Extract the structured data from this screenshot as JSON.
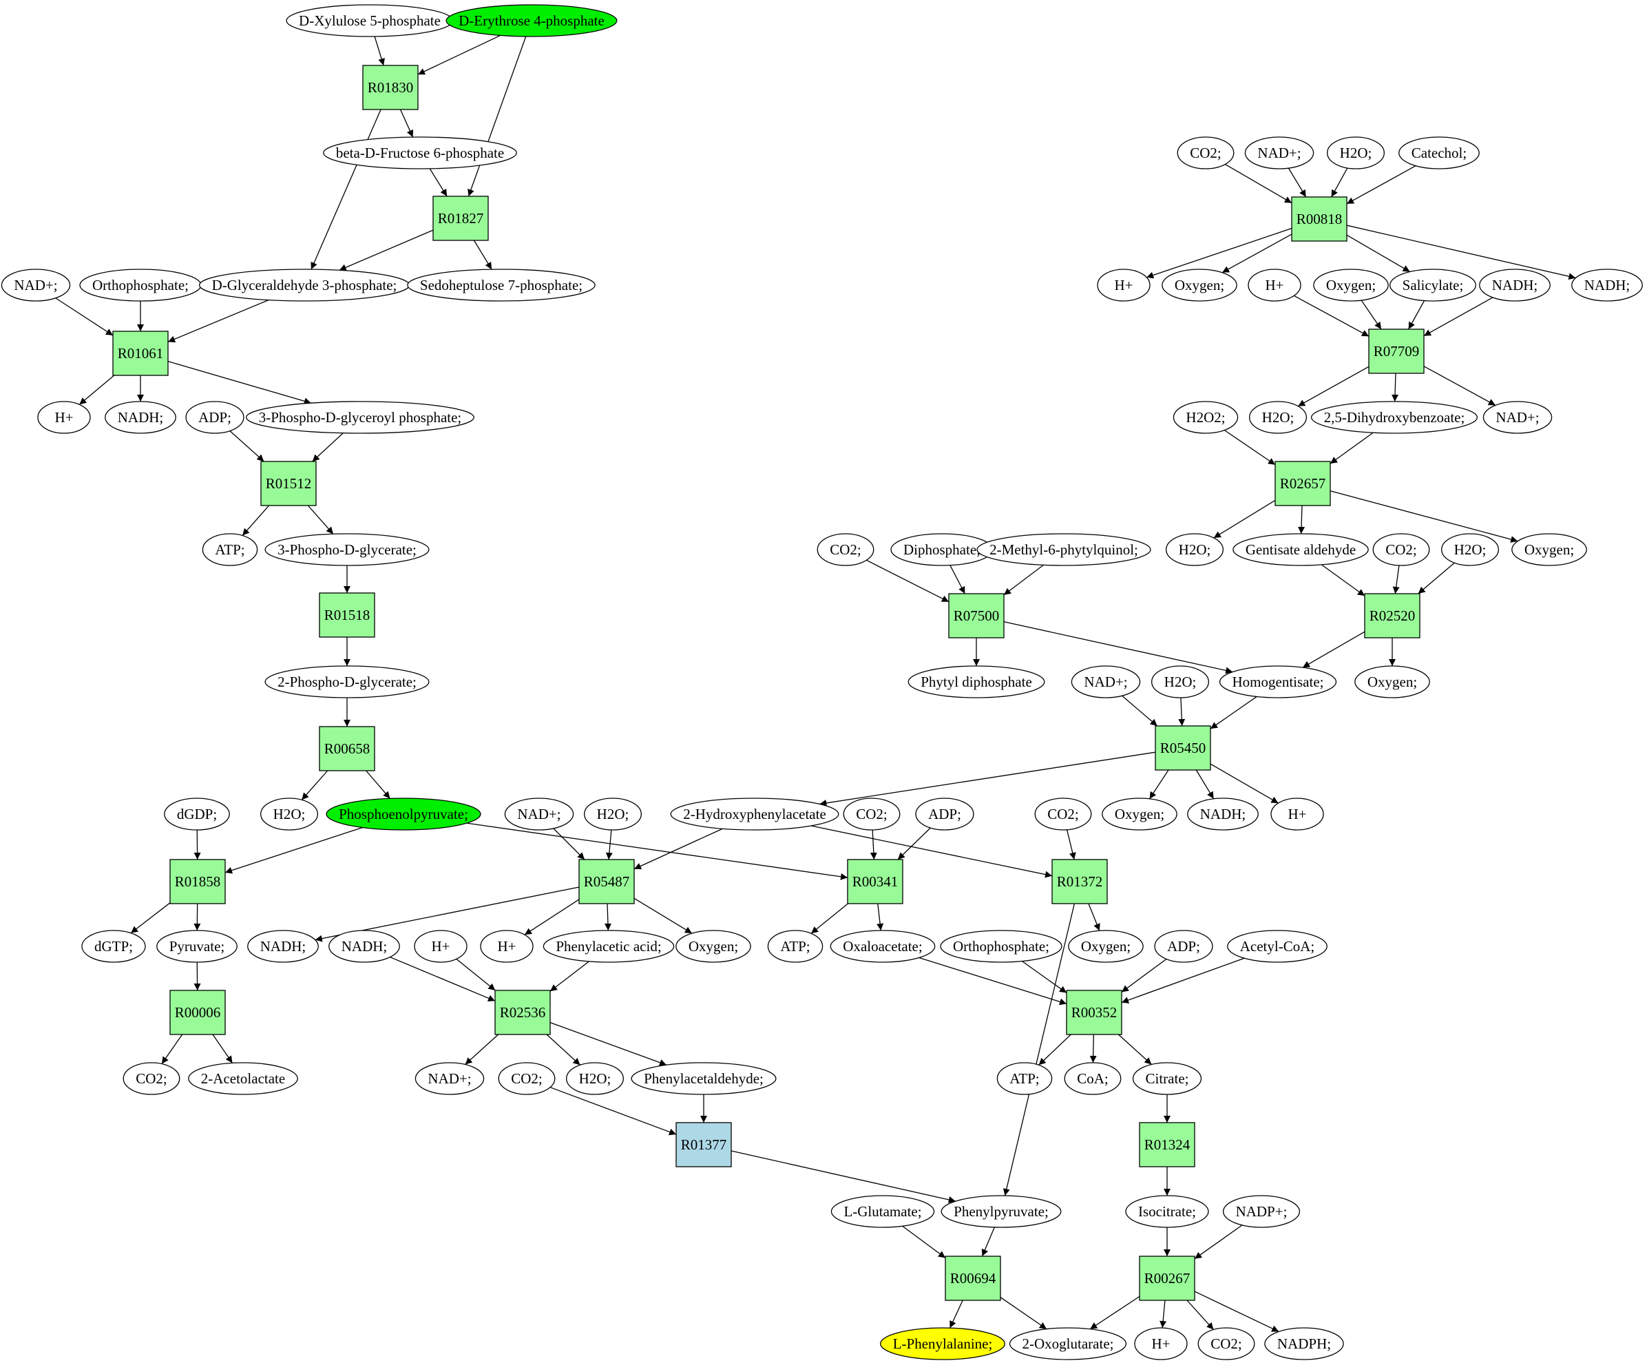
{
  "colors": {
    "reaction": "#98FB98",
    "reaction_highlight": "#ADD8E6",
    "metabolite": "#FFFFFF",
    "start": "#00EE00",
    "target": "#FFFF00"
  },
  "nodes": [
    {
      "id": "m_dxy5p",
      "label": "D-Xylulose 5-phosphate",
      "kind": "metabolite",
      "style": "plain"
    },
    {
      "id": "m_de4p",
      "label": "D-Erythrose 4-phosphate",
      "kind": "metabolite",
      "style": "start"
    },
    {
      "id": "r_R01830",
      "label": "R01830",
      "kind": "reaction",
      "style": "normal"
    },
    {
      "id": "m_bdf6p",
      "label": "beta-D-Fructose 6-phosphate",
      "kind": "metabolite",
      "style": "plain"
    },
    {
      "id": "r_R01827",
      "label": "R01827",
      "kind": "reaction",
      "style": "normal"
    },
    {
      "id": "m_nadp1",
      "label": "NAD+;",
      "kind": "metabolite",
      "style": "plain"
    },
    {
      "id": "m_orth1",
      "label": "Orthophosphate;",
      "kind": "metabolite",
      "style": "plain"
    },
    {
      "id": "m_dg3p",
      "label": "D-Glyceraldehyde 3-phosphate;",
      "kind": "metabolite",
      "style": "plain"
    },
    {
      "id": "m_s7p",
      "label": "Sedoheptulose 7-phosphate;",
      "kind": "metabolite",
      "style": "plain"
    },
    {
      "id": "r_R01061",
      "label": "R01061",
      "kind": "reaction",
      "style": "normal"
    },
    {
      "id": "m_hp1",
      "label": "H+",
      "kind": "metabolite",
      "style": "plain"
    },
    {
      "id": "m_nadh1",
      "label": "NADH;",
      "kind": "metabolite",
      "style": "plain"
    },
    {
      "id": "m_adp1",
      "label": "ADP;",
      "kind": "metabolite",
      "style": "plain"
    },
    {
      "id": "m_3pdgp",
      "label": "3-Phospho-D-glyceroyl phosphate;",
      "kind": "metabolite",
      "style": "plain"
    },
    {
      "id": "r_R01512",
      "label": "R01512",
      "kind": "reaction",
      "style": "normal"
    },
    {
      "id": "m_atp1",
      "label": "ATP;",
      "kind": "metabolite",
      "style": "plain"
    },
    {
      "id": "m_3pdg",
      "label": "3-Phospho-D-glycerate;",
      "kind": "metabolite",
      "style": "plain"
    },
    {
      "id": "r_R01518",
      "label": "R01518",
      "kind": "reaction",
      "style": "normal"
    },
    {
      "id": "m_2pdg",
      "label": "2-Phospho-D-glycerate;",
      "kind": "metabolite",
      "style": "plain"
    },
    {
      "id": "r_R00658",
      "label": "R00658",
      "kind": "reaction",
      "style": "normal"
    },
    {
      "id": "m_dgdp",
      "label": "dGDP;",
      "kind": "metabolite",
      "style": "plain"
    },
    {
      "id": "m_h2o1",
      "label": "H2O;",
      "kind": "metabolite",
      "style": "plain"
    },
    {
      "id": "m_pep",
      "label": "Phosphoenolpyruvate;",
      "kind": "metabolite",
      "style": "start"
    },
    {
      "id": "r_R01858",
      "label": "R01858",
      "kind": "reaction",
      "style": "normal"
    },
    {
      "id": "m_dgtp",
      "label": "dGTP;",
      "kind": "metabolite",
      "style": "plain"
    },
    {
      "id": "m_pyr",
      "label": "Pyruvate;",
      "kind": "metabolite",
      "style": "plain"
    },
    {
      "id": "r_R00006",
      "label": "R00006",
      "kind": "reaction",
      "style": "normal"
    },
    {
      "id": "m_co2_1",
      "label": "CO2;",
      "kind": "metabolite",
      "style": "plain"
    },
    {
      "id": "m_2acl",
      "label": "2-Acetolactate",
      "kind": "metabolite",
      "style": "plain"
    },
    {
      "id": "m_nadp2",
      "label": "NAD+;",
      "kind": "metabolite",
      "style": "plain"
    },
    {
      "id": "m_h2o2",
      "label": "H2O;",
      "kind": "metabolite",
      "style": "plain"
    },
    {
      "id": "m_2hpa",
      "label": "2-Hydroxyphenylacetate",
      "kind": "metabolite",
      "style": "plain"
    },
    {
      "id": "m_co2_2",
      "label": "CO2;",
      "kind": "metabolite",
      "style": "plain"
    },
    {
      "id": "m_adp2",
      "label": "ADP;",
      "kind": "metabolite",
      "style": "plain"
    },
    {
      "id": "m_co2_3",
      "label": "CO2;",
      "kind": "metabolite",
      "style": "plain"
    },
    {
      "id": "r_R05487",
      "label": "R05487",
      "kind": "reaction",
      "style": "normal"
    },
    {
      "id": "r_R00341",
      "label": "R00341",
      "kind": "reaction",
      "style": "normal"
    },
    {
      "id": "r_R01372",
      "label": "R01372",
      "kind": "reaction",
      "style": "normal"
    },
    {
      "id": "m_nadh2",
      "label": "NADH;",
      "kind": "metabolite",
      "style": "plain"
    },
    {
      "id": "m_nadh3",
      "label": "NADH;",
      "kind": "metabolite",
      "style": "plain"
    },
    {
      "id": "m_hp2",
      "label": "H+",
      "kind": "metabolite",
      "style": "plain"
    },
    {
      "id": "m_hp3",
      "label": "H+",
      "kind": "metabolite",
      "style": "plain"
    },
    {
      "id": "m_phac",
      "label": "Phenylacetic acid;",
      "kind": "metabolite",
      "style": "plain"
    },
    {
      "id": "m_oxy1",
      "label": "Oxygen;",
      "kind": "metabolite",
      "style": "plain"
    },
    {
      "id": "m_atp2",
      "label": "ATP;",
      "kind": "metabolite",
      "style": "plain"
    },
    {
      "id": "m_oxal",
      "label": "Oxaloacetate;",
      "kind": "metabolite",
      "style": "plain"
    },
    {
      "id": "m_orth2",
      "label": "Orthophosphate;",
      "kind": "metabolite",
      "style": "plain"
    },
    {
      "id": "m_oxy2",
      "label": "Oxygen;",
      "kind": "metabolite",
      "style": "plain"
    },
    {
      "id": "m_adp3",
      "label": "ADP;",
      "kind": "metabolite",
      "style": "plain"
    },
    {
      "id": "m_acoa",
      "label": "Acetyl-CoA;",
      "kind": "metabolite",
      "style": "plain"
    },
    {
      "id": "r_R02536",
      "label": "R02536",
      "kind": "reaction",
      "style": "normal"
    },
    {
      "id": "r_R00352",
      "label": "R00352",
      "kind": "reaction",
      "style": "normal"
    },
    {
      "id": "m_nadp3",
      "label": "NAD+;",
      "kind": "metabolite",
      "style": "plain"
    },
    {
      "id": "m_co2_4",
      "label": "CO2;",
      "kind": "metabolite",
      "style": "plain"
    },
    {
      "id": "m_h2o3",
      "label": "H2O;",
      "kind": "metabolite",
      "style": "plain"
    },
    {
      "id": "m_phald",
      "label": "Phenylacetaldehyde;",
      "kind": "metabolite",
      "style": "plain"
    },
    {
      "id": "m_atp3",
      "label": "ATP;",
      "kind": "metabolite",
      "style": "plain"
    },
    {
      "id": "m_coa",
      "label": "CoA;",
      "kind": "metabolite",
      "style": "plain"
    },
    {
      "id": "m_cit",
      "label": "Citrate;",
      "kind": "metabolite",
      "style": "plain"
    },
    {
      "id": "r_R01377",
      "label": "R01377",
      "kind": "reaction",
      "style": "highlight"
    },
    {
      "id": "r_R01324",
      "label": "R01324",
      "kind": "reaction",
      "style": "normal"
    },
    {
      "id": "m_lglu",
      "label": "L-Glutamate;",
      "kind": "metabolite",
      "style": "plain"
    },
    {
      "id": "m_phpyr",
      "label": "Phenylpyruvate;",
      "kind": "metabolite",
      "style": "plain"
    },
    {
      "id": "m_icit",
      "label": "Isocitrate;",
      "kind": "metabolite",
      "style": "plain"
    },
    {
      "id": "m_nadpp",
      "label": "NADP+;",
      "kind": "metabolite",
      "style": "plain"
    },
    {
      "id": "r_R00694",
      "label": "R00694",
      "kind": "reaction",
      "style": "normal"
    },
    {
      "id": "r_R00267",
      "label": "R00267",
      "kind": "reaction",
      "style": "normal"
    },
    {
      "id": "m_lphe",
      "label": "L-Phenylalanine;",
      "kind": "metabolite",
      "style": "target"
    },
    {
      "id": "m_2og",
      "label": "2-Oxoglutarate;",
      "kind": "metabolite",
      "style": "plain"
    },
    {
      "id": "m_hp4",
      "label": "H+",
      "kind": "metabolite",
      "style": "plain"
    },
    {
      "id": "m_co2_5",
      "label": "CO2;",
      "kind": "metabolite",
      "style": "plain"
    },
    {
      "id": "m_nadph",
      "label": "NADPH;",
      "kind": "metabolite",
      "style": "plain"
    },
    {
      "id": "m_co2_6",
      "label": "CO2;",
      "kind": "metabolite",
      "style": "plain"
    },
    {
      "id": "m_nadp4",
      "label": "NAD+;",
      "kind": "metabolite",
      "style": "plain"
    },
    {
      "id": "m_h2o4",
      "label": "H2O;",
      "kind": "metabolite",
      "style": "plain"
    },
    {
      "id": "m_catech",
      "label": "Catechol;",
      "kind": "metabolite",
      "style": "plain"
    },
    {
      "id": "r_R00818",
      "label": "R00818",
      "kind": "reaction",
      "style": "normal"
    },
    {
      "id": "m_hp5",
      "label": "H+",
      "kind": "metabolite",
      "style": "plain"
    },
    {
      "id": "m_oxy3",
      "label": "Oxygen;",
      "kind": "metabolite",
      "style": "plain"
    },
    {
      "id": "m_hp6",
      "label": "H+",
      "kind": "metabolite",
      "style": "plain"
    },
    {
      "id": "m_oxy4",
      "label": "Oxygen;",
      "kind": "metabolite",
      "style": "plain"
    },
    {
      "id": "m_salic",
      "label": "Salicylate;",
      "kind": "metabolite",
      "style": "plain"
    },
    {
      "id": "m_nadh4",
      "label": "NADH;",
      "kind": "metabolite",
      "style": "plain"
    },
    {
      "id": "m_nadh5",
      "label": "NADH;",
      "kind": "metabolite",
      "style": "plain"
    },
    {
      "id": "r_R07709",
      "label": "R07709",
      "kind": "reaction",
      "style": "normal"
    },
    {
      "id": "m_h2o2b",
      "label": "H2O2;",
      "kind": "metabolite",
      "style": "plain"
    },
    {
      "id": "m_h2o5",
      "label": "H2O;",
      "kind": "metabolite",
      "style": "plain"
    },
    {
      "id": "m_25dhb",
      "label": "2,5-Dihydroxybenzoate;",
      "kind": "metabolite",
      "style": "plain"
    },
    {
      "id": "m_nadp5",
      "label": "NAD+;",
      "kind": "metabolite",
      "style": "plain"
    },
    {
      "id": "r_R02657",
      "label": "R02657",
      "kind": "reaction",
      "style": "normal"
    },
    {
      "id": "m_co2_7",
      "label": "CO2;",
      "kind": "metabolite",
      "style": "plain"
    },
    {
      "id": "m_diph",
      "label": "Diphosphate;",
      "kind": "metabolite",
      "style": "plain"
    },
    {
      "id": "m_2m6pq",
      "label": "2-Methyl-6-phytylquinol;",
      "kind": "metabolite",
      "style": "plain"
    },
    {
      "id": "m_h2o6",
      "label": "H2O;",
      "kind": "metabolite",
      "style": "plain"
    },
    {
      "id": "m_gentald",
      "label": "Gentisate aldehyde",
      "kind": "metabolite",
      "style": "plain"
    },
    {
      "id": "m_co2_8",
      "label": "CO2;",
      "kind": "metabolite",
      "style": "plain"
    },
    {
      "id": "m_h2o7",
      "label": "H2O;",
      "kind": "metabolite",
      "style": "plain"
    },
    {
      "id": "m_oxy5",
      "label": "Oxygen;",
      "kind": "metabolite",
      "style": "plain"
    },
    {
      "id": "r_R07500",
      "label": "R07500",
      "kind": "reaction",
      "style": "normal"
    },
    {
      "id": "r_R02520",
      "label": "R02520",
      "kind": "reaction",
      "style": "normal"
    },
    {
      "id": "m_phytdp",
      "label": "Phytyl diphosphate",
      "kind": "metabolite",
      "style": "plain"
    },
    {
      "id": "m_nadp6",
      "label": "NAD+;",
      "kind": "metabolite",
      "style": "plain"
    },
    {
      "id": "m_h2o8",
      "label": "H2O;",
      "kind": "metabolite",
      "style": "plain"
    },
    {
      "id": "m_homog",
      "label": "Homogentisate;",
      "kind": "metabolite",
      "style": "plain"
    },
    {
      "id": "m_oxy6",
      "label": "Oxygen;",
      "kind": "metabolite",
      "style": "plain"
    },
    {
      "id": "r_R05450",
      "label": "R05450",
      "kind": "reaction",
      "style": "normal"
    },
    {
      "id": "m_oxy7",
      "label": "Oxygen;",
      "kind": "metabolite",
      "style": "plain"
    },
    {
      "id": "m_nadh6",
      "label": "NADH;",
      "kind": "metabolite",
      "style": "plain"
    },
    {
      "id": "m_hp7",
      "label": "H+",
      "kind": "metabolite",
      "style": "plain"
    }
  ],
  "edges": [
    [
      "m_dxy5p",
      "r_R01830"
    ],
    [
      "m_de4p",
      "r_R01830"
    ],
    [
      "m_de4p",
      "r_R01827"
    ],
    [
      "r_R01830",
      "m_bdf6p"
    ],
    [
      "r_R01830",
      "m_dg3p"
    ],
    [
      "m_bdf6p",
      "r_R01827"
    ],
    [
      "r_R01827",
      "m_dg3p"
    ],
    [
      "r_R01827",
      "m_s7p"
    ],
    [
      "m_nadp1",
      "r_R01061"
    ],
    [
      "m_orth1",
      "r_R01061"
    ],
    [
      "m_dg3p",
      "r_R01061"
    ],
    [
      "r_R01061",
      "m_hp1"
    ],
    [
      "r_R01061",
      "m_nadh1"
    ],
    [
      "r_R01061",
      "m_3pdgp"
    ],
    [
      "m_adp1",
      "r_R01512"
    ],
    [
      "m_3pdgp",
      "r_R01512"
    ],
    [
      "r_R01512",
      "m_atp1"
    ],
    [
      "r_R01512",
      "m_3pdg"
    ],
    [
      "m_3pdg",
      "r_R01518"
    ],
    [
      "r_R01518",
      "m_2pdg"
    ],
    [
      "m_2pdg",
      "r_R00658"
    ],
    [
      "r_R00658",
      "m_h2o1"
    ],
    [
      "r_R00658",
      "m_pep"
    ],
    [
      "m_dgdp",
      "r_R01858"
    ],
    [
      "m_pep",
      "r_R01858"
    ],
    [
      "m_pep",
      "r_R00341"
    ],
    [
      "r_R01858",
      "m_dgtp"
    ],
    [
      "r_R01858",
      "m_pyr"
    ],
    [
      "m_pyr",
      "r_R00006"
    ],
    [
      "r_R00006",
      "m_co2_1"
    ],
    [
      "r_R00006",
      "m_2acl"
    ],
    [
      "m_nadp2",
      "r_R05487"
    ],
    [
      "m_h2o2",
      "r_R05487"
    ],
    [
      "m_2hpa",
      "r_R05487"
    ],
    [
      "m_2hpa",
      "r_R01372"
    ],
    [
      "r_R05487",
      "m_nadh2"
    ],
    [
      "r_R05487",
      "m_hp3"
    ],
    [
      "r_R05487",
      "m_phac"
    ],
    [
      "r_R05487",
      "m_oxy1"
    ],
    [
      "m_co2_2",
      "r_R00341"
    ],
    [
      "m_adp2",
      "r_R00341"
    ],
    [
      "r_R00341",
      "m_atp2"
    ],
    [
      "r_R00341",
      "m_oxal"
    ],
    [
      "m_co2_3",
      "r_R01372"
    ],
    [
      "r_R01372",
      "m_oxy2"
    ],
    [
      "r_R01372",
      "m_phpyr"
    ],
    [
      "m_nadh3",
      "r_R02536"
    ],
    [
      "m_hp2",
      "r_R02536"
    ],
    [
      "m_phac",
      "r_R02536"
    ],
    [
      "r_R02536",
      "m_nadp3"
    ],
    [
      "r_R02536",
      "m_h2o3"
    ],
    [
      "r_R02536",
      "m_phald"
    ],
    [
      "m_oxal",
      "r_R00352"
    ],
    [
      "m_orth2",
      "r_R00352"
    ],
    [
      "m_adp3",
      "r_R00352"
    ],
    [
      "m_acoa",
      "r_R00352"
    ],
    [
      "r_R00352",
      "m_atp3"
    ],
    [
      "r_R00352",
      "m_coa"
    ],
    [
      "r_R00352",
      "m_cit"
    ],
    [
      "m_co2_4",
      "r_R01377"
    ],
    [
      "m_phald",
      "r_R01377"
    ],
    [
      "r_R01377",
      "m_phpyr"
    ],
    [
      "m_cit",
      "r_R01324"
    ],
    [
      "r_R01324",
      "m_icit"
    ],
    [
      "m_lglu",
      "r_R00694"
    ],
    [
      "m_phpyr",
      "r_R00694"
    ],
    [
      "r_R00694",
      "m_lphe"
    ],
    [
      "r_R00694",
      "m_2og"
    ],
    [
      "m_icit",
      "r_R00267"
    ],
    [
      "m_nadpp",
      "r_R00267"
    ],
    [
      "r_R00267",
      "m_2og"
    ],
    [
      "r_R00267",
      "m_hp4"
    ],
    [
      "r_R00267",
      "m_co2_5"
    ],
    [
      "r_R00267",
      "m_nadph"
    ],
    [
      "m_co2_6",
      "r_R00818"
    ],
    [
      "m_nadp4",
      "r_R00818"
    ],
    [
      "m_h2o4",
      "r_R00818"
    ],
    [
      "m_catech",
      "r_R00818"
    ],
    [
      "r_R00818",
      "m_hp5"
    ],
    [
      "r_R00818",
      "m_oxy3"
    ],
    [
      "r_R00818",
      "m_salic"
    ],
    [
      "r_R00818",
      "m_nadh5"
    ],
    [
      "m_hp6",
      "r_R07709"
    ],
    [
      "m_oxy4",
      "r_R07709"
    ],
    [
      "m_salic",
      "r_R07709"
    ],
    [
      "m_nadh4",
      "r_R07709"
    ],
    [
      "r_R07709",
      "m_h2o5"
    ],
    [
      "r_R07709",
      "m_25dhb"
    ],
    [
      "r_R07709",
      "m_nadp5"
    ],
    [
      "m_h2o2b",
      "r_R02657"
    ],
    [
      "m_25dhb",
      "r_R02657"
    ],
    [
      "r_R02657",
      "m_h2o6"
    ],
    [
      "r_R02657",
      "m_gentald"
    ],
    [
      "r_R02657",
      "m_oxy5"
    ],
    [
      "m_co2_7",
      "r_R07500"
    ],
    [
      "m_diph",
      "r_R07500"
    ],
    [
      "m_2m6pq",
      "r_R07500"
    ],
    [
      "r_R07500",
      "m_phytdp"
    ],
    [
      "r_R07500",
      "m_homog"
    ],
    [
      "m_gentald",
      "r_R02520"
    ],
    [
      "m_co2_8",
      "r_R02520"
    ],
    [
      "m_h2o7",
      "r_R02520"
    ],
    [
      "r_R02520",
      "m_homog"
    ],
    [
      "r_R02520",
      "m_oxy6"
    ],
    [
      "m_nadp6",
      "r_R05450"
    ],
    [
      "m_h2o8",
      "r_R05450"
    ],
    [
      "m_homog",
      "r_R05450"
    ],
    [
      "r_R05450",
      "m_2hpa"
    ],
    [
      "r_R05450",
      "m_oxy7"
    ],
    [
      "r_R05450",
      "m_nadh6"
    ],
    [
      "r_R05450",
      "m_hp7"
    ]
  ]
}
